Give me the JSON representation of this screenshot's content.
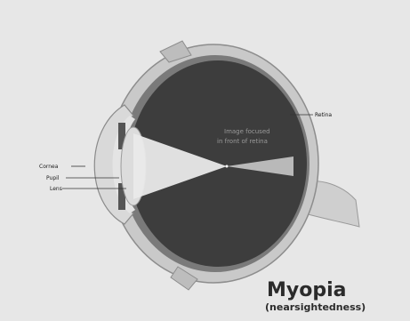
{
  "labels": {
    "retina": "Retina",
    "image_focused_line1": "Image focused",
    "image_focused_line2": "in front of retina",
    "cornea": "Cornea",
    "pupil": "Pupil",
    "lens": "Lens"
  },
  "title": {
    "main": "Myopia",
    "sub": "(nearsightedness)"
  },
  "colors": {
    "background": "#e7e7e7",
    "vitreous": "#3d3d3d",
    "sclera": "#c9c9c9",
    "light_beam": "#eeeeee"
  }
}
